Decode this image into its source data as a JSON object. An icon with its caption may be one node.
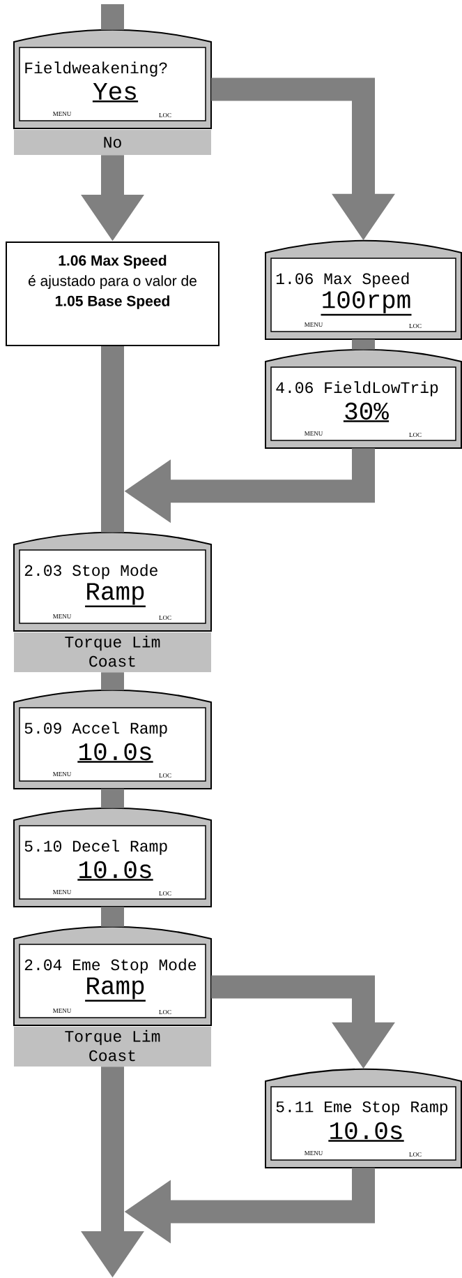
{
  "diagram": {
    "nodes": [
      {
        "text": [
          "Fieldweakening?",
          "Yes",
          "MENU",
          "LOC"
        ]
      },
      {
        "text": [
          "No"
        ]
      },
      {
        "text": [
          "1.06 Max Speed",
          "é ajustado para o valor de",
          "1.05 Base Speed"
        ]
      },
      {
        "text": [
          "1.06 Max Speed",
          "100rpm",
          "MENU",
          "LOC"
        ]
      },
      {
        "text": [
          "4.06 FieldLowTrip",
          "30%",
          "MENU",
          "LOC"
        ]
      },
      {
        "text": [
          "2.03 Stop Mode",
          "Ramp",
          "MENU",
          "LOC"
        ]
      },
      {
        "text": [
          "Torque Lim",
          "Coast"
        ]
      },
      {
        "text": [
          "5.09 Accel Ramp",
          "10.0s",
          "MENU",
          "LOC"
        ]
      },
      {
        "text": [
          "5.10 Decel Ramp",
          "10.0s",
          "MENU",
          "LOC"
        ]
      },
      {
        "text": [
          "2.04 Eme Stop Mode",
          "Ramp",
          "MENU",
          "LOC"
        ]
      },
      {
        "text": [
          "Torque Lim",
          "Coast"
        ]
      },
      {
        "text": [
          "5.11 Eme Stop Ramp",
          "10.0s",
          "MENU",
          "LOC"
        ]
      }
    ],
    "edges": [
      {
        "from": null,
        "to": 0,
        "arrow": "none"
      },
      {
        "from": 0,
        "to": 3,
        "arrow": "to"
      },
      {
        "from": 1,
        "to": 2,
        "arrow": "to"
      },
      {
        "from": 3,
        "to": 4,
        "arrow": "none"
      },
      {
        "from": 2,
        "to": 5,
        "arrow": "none"
      },
      {
        "from": 4,
        "to": 5,
        "arrow": "to"
      },
      {
        "from": 6,
        "to": 7,
        "arrow": "none"
      },
      {
        "from": 7,
        "to": 8,
        "arrow": "none"
      },
      {
        "from": 8,
        "to": 9,
        "arrow": "none"
      },
      {
        "from": 9,
        "to": 11,
        "arrow": "to"
      },
      {
        "from": 10,
        "to": null,
        "arrow": "to"
      },
      {
        "from": 11,
        "to": null,
        "arrow": "to"
      }
    ]
  }
}
